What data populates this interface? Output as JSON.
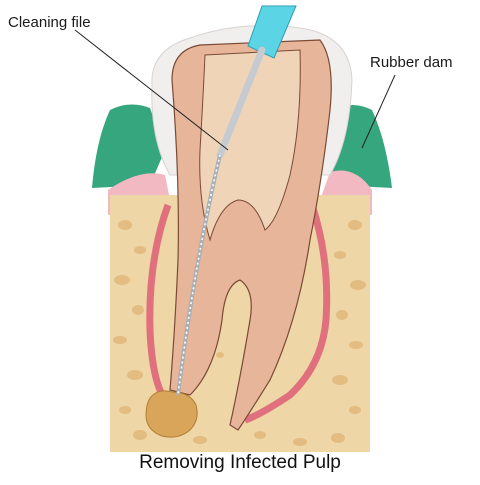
{
  "labels": {
    "cleaning_file": "Cleaning file",
    "rubber_dam": "Rubber dam"
  },
  "caption": "Removing Infected Pulp",
  "colors": {
    "background": "#ffffff",
    "rubber_dam": "#35a67e",
    "gum": "#f2b9c3",
    "bone": "#efd6a6",
    "bone_pores": "#e0b87a",
    "root_outline": "#e0707e",
    "tooth_enamel": "#f1eeee",
    "dentin": "#e6b59a",
    "pulp": "#f0d4b8",
    "file_handle": "#5bd4e6",
    "file_shaft": "#cfd3d6",
    "infection": "#d9a55a"
  },
  "icons": [
    "tooth-illustration",
    "cleaning-file-instrument"
  ]
}
